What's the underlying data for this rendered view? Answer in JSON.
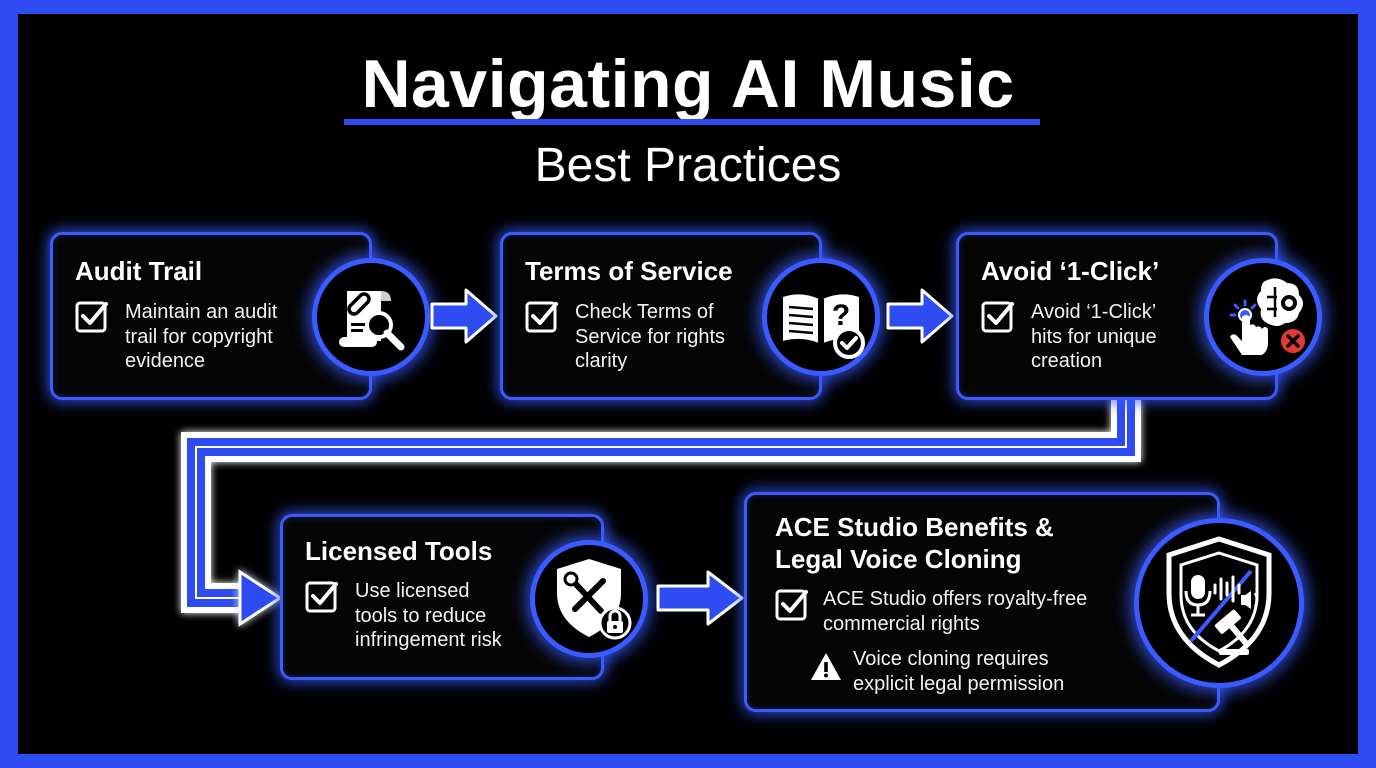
{
  "header": {
    "title": "Navigating AI Music",
    "subtitle": "Best Practices"
  },
  "steps": [
    {
      "title": "Audit Trail",
      "lines": [
        "Maintain an audit",
        "trail for copyright",
        "evidence"
      ],
      "icon": "document-search-icon"
    },
    {
      "title": "Terms of Service",
      "lines": [
        "Check Terms of",
        "Service for rights",
        "clarity"
      ],
      "icon": "book-question-icon"
    },
    {
      "title": "Avoid ‘1-Click’",
      "lines": [
        "Avoid ‘1-Click’",
        "hits for unique",
        "creation"
      ],
      "icon": "brain-click-denied-icon"
    },
    {
      "title": "Licensed Tools",
      "lines": [
        "Use licensed",
        "tools to reduce",
        "infringement risk"
      ],
      "icon": "shield-tools-lock-icon"
    },
    {
      "title_lines": [
        "ACE Studio Benefits &",
        "Legal Voice Cloning"
      ],
      "lines": [
        "ACE Studio offers royalty-free",
        "commercial rights"
      ],
      "warning_lines": [
        "Voice cloning requires",
        "explicit legal permission"
      ],
      "icon": "shield-mic-gavel-icon"
    }
  ],
  "colors": {
    "accent": "#3a5bff",
    "border": "#2f4cf2",
    "background": "#000000",
    "danger": "#e53935"
  }
}
